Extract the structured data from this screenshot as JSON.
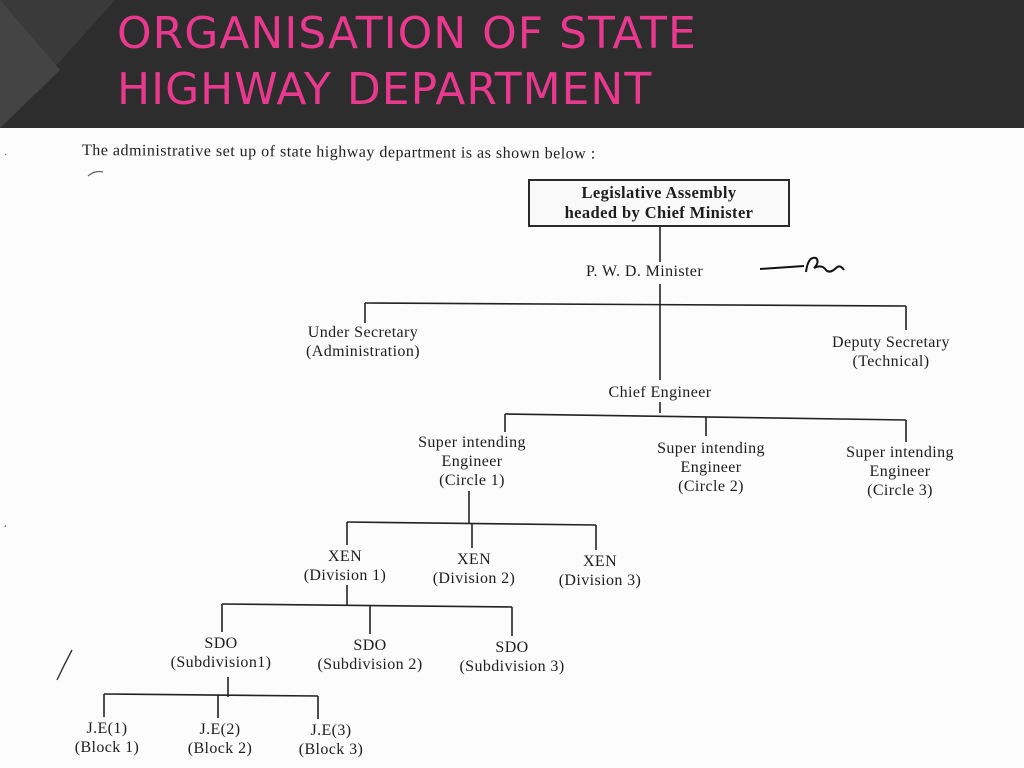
{
  "header": {
    "title_line1": "ORGANISATION OF STATE",
    "title_line2": "HIGHWAY DEPARTMENT",
    "title_color": "#e8398e",
    "background": "#2d2d2d"
  },
  "intro_text": "The administrative set up of state highway department is as shown below :",
  "chart": {
    "root": {
      "line1": "Legislative Assembly",
      "line2": "headed by Chief Minister"
    },
    "minister": "P. W. D. Minister",
    "under_secretary": {
      "line1": "Under Secretary",
      "line2": "(Administration)"
    },
    "deputy_secretary": {
      "line1": "Deputy Secretary",
      "line2": "(Technical)"
    },
    "chief_engineer": "Chief Engineer",
    "superintending_engineers": [
      {
        "line1": "Super intending",
        "line2": "Engineer",
        "line3": "(Circle 1)"
      },
      {
        "line1": "Super intending",
        "line2": "Engineer",
        "line3": "(Circle 2)"
      },
      {
        "line1": "Super intending",
        "line2": "Engineer",
        "line3": "(Circle 3)"
      }
    ],
    "xens": [
      {
        "line1": "XEN",
        "line2": "(Division 1)"
      },
      {
        "line1": "XEN",
        "line2": "(Division 2)"
      },
      {
        "line1": "XEN",
        "line2": "(Division 3)"
      }
    ],
    "sdos": [
      {
        "line1": "SDO",
        "line2": "(Subdivision1)"
      },
      {
        "line1": "SDO",
        "line2": "(Subdivision 2)"
      },
      {
        "line1": "SDO",
        "line2": "(Subdivision 3)"
      }
    ],
    "junior_engineers": [
      {
        "line1": "J.E(1)",
        "line2": "(Block 1)"
      },
      {
        "line1": "J.E(2)",
        "line2": "(Block 2)"
      },
      {
        "line1": "J.E(3)",
        "line2": "(Block 3)"
      }
    ]
  }
}
